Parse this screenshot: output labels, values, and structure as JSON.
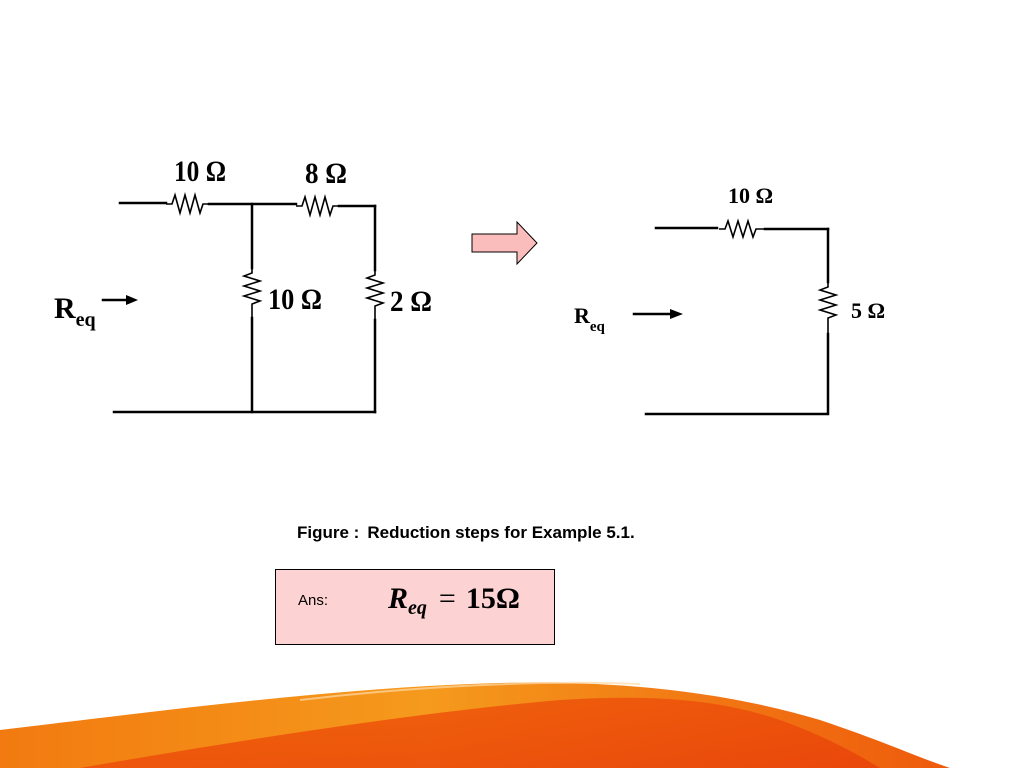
{
  "circuit_left": {
    "r_top_left": "10 Ω",
    "r_top_right": "8 Ω",
    "r_middle": "10 Ω",
    "r_right": "2 Ω",
    "req_main": "R",
    "req_sub": "eq"
  },
  "circuit_right": {
    "r_top": "10 Ω",
    "r_right": "5 Ω",
    "req_main": "R",
    "req_sub": "eq"
  },
  "reduction_arrow_color": "#fbbcbc",
  "caption": {
    "prefix": "Figure :",
    "text": "Reduction steps for Example 5.1."
  },
  "answer": {
    "label": "Ans:",
    "var": "R",
    "sub": "eq",
    "op": "=",
    "value": "15Ω",
    "box_color": "#fcd2d2"
  }
}
